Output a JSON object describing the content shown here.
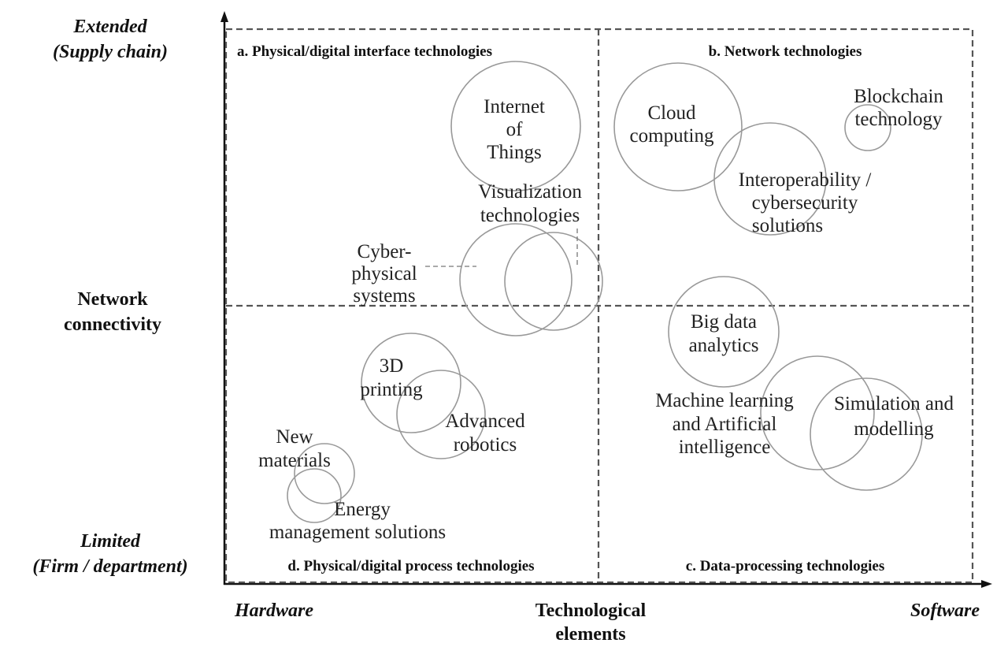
{
  "axes": {
    "y_top": [
      "Extended",
      "(Supply chain)"
    ],
    "y_mid": [
      "Network",
      "connectivity"
    ],
    "y_bottom": [
      "Limited",
      "(Firm / department)"
    ],
    "x_left": "Hardware",
    "x_mid": [
      "Technological",
      "elements"
    ],
    "x_right": "Software"
  },
  "quadrants": {
    "a": "a. Physical/digital interface technologies",
    "b": "b. Network technologies",
    "c": "c. Data-processing technologies",
    "d": "d. Physical/digital process technologies"
  },
  "technologies": {
    "iot": [
      "Internet",
      "of",
      "Things"
    ],
    "cloud": [
      "Cloud",
      "computing"
    ],
    "interop": [
      "Interoperability /",
      "cybersecurity",
      "solutions"
    ],
    "blockchain": [
      "Blockchain",
      "technology"
    ],
    "visualization": [
      "Visualization",
      "technologies"
    ],
    "cps": [
      "Cyber-",
      "physical",
      "systems"
    ],
    "bigdata": [
      "Big data",
      "analytics"
    ],
    "ml": [
      "Machine learning",
      "and Artificial",
      "intelligence"
    ],
    "simulation": [
      "Simulation and",
      "modelling"
    ],
    "printing": [
      "3D",
      "printing"
    ],
    "robotics": [
      "Advanced",
      "robotics"
    ],
    "materials": [
      "New",
      "materials"
    ],
    "energy": [
      "Energy",
      "management solutions"
    ]
  }
}
